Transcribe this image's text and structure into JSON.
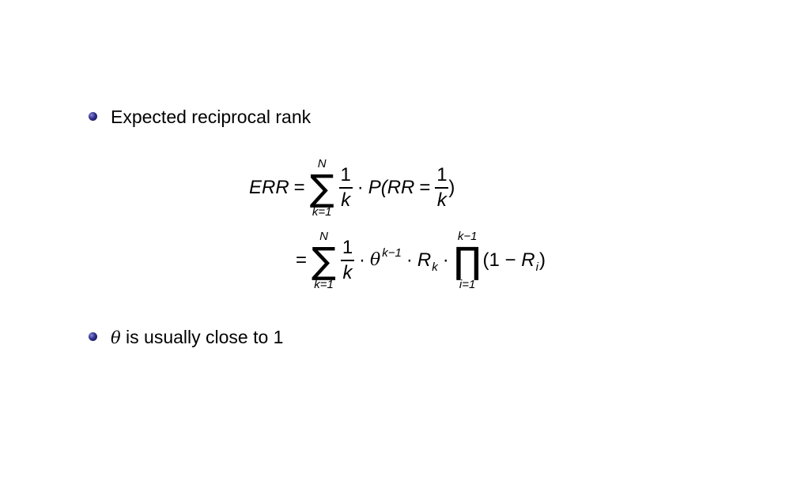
{
  "bullets": [
    {
      "text": "Expected reciprocal rank"
    },
    {
      "symbol": "θ",
      "text": " is usually close to 1"
    }
  ],
  "equation": {
    "line1": {
      "lhs": "ERR",
      "eq": "=",
      "sum": "∑",
      "sum_upper": "N",
      "sum_lower": "k=1",
      "frac_num": "1",
      "frac_den": "k",
      "dot": "·",
      "p": "P(",
      "rr": "RR",
      "eq2": "=",
      "frac2_num": "1",
      "frac2_den": "k",
      "close": ")"
    },
    "line2": {
      "eq": "=",
      "sum": "∑",
      "sum_upper": "N",
      "sum_lower": "k=1",
      "frac_num": "1",
      "frac_den": "k",
      "dot1": "·",
      "theta": "θ",
      "theta_exp": "k−1",
      "dot2": "·",
      "r": "R",
      "r_sub": "k",
      "dot3": "·",
      "prod": "∏",
      "prod_upper": "k−1",
      "prod_lower": "i=1",
      "paren": "(1 − ",
      "r2": "R",
      "r2_sub": "i",
      "close": ")"
    }
  },
  "colors": {
    "bullet": "#2e2e8a"
  }
}
